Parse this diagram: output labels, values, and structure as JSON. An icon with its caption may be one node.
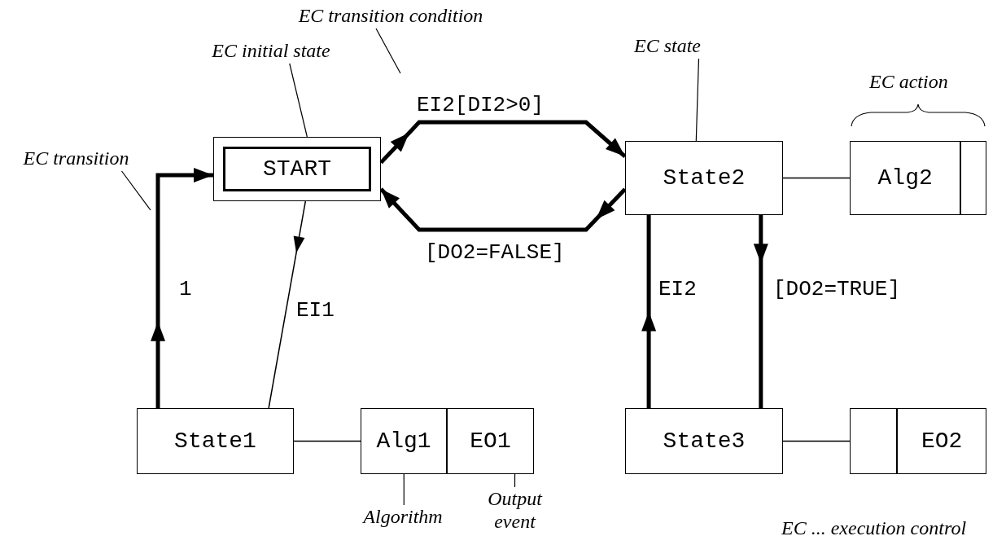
{
  "diagram": {
    "nodes": [
      {
        "text": [
          "EC transition condition"
        ]
      },
      {
        "text": [
          "EC initial state"
        ]
      },
      {
        "text": [
          "EC state"
        ]
      },
      {
        "text": [
          "EC transition"
        ]
      },
      {
        "text": [
          "START"
        ]
      },
      {
        "text": [
          "State2"
        ]
      },
      {
        "text": [
          "Alg2"
        ]
      },
      {
        "text": [
          "State1"
        ]
      },
      {
        "text": [
          "Alg1",
          "EO1"
        ]
      },
      {
        "text": [
          "State3"
        ]
      },
      {
        "text": [
          "EO2"
        ]
      },
      {
        "text": [
          "Algorithm"
        ]
      },
      {
        "text": [
          "Output event"
        ]
      }
    ],
    "edges": [
      {
        "from": 7,
        "to": 4,
        "arrow": "to",
        "label": "1",
        "style": "thick"
      },
      {
        "from": 4,
        "to": 7,
        "arrow": "to",
        "label": "EI1"
      },
      {
        "from": 4,
        "to": 5,
        "arrow": "to",
        "label": "EI2[DI2>0]",
        "style": "thick"
      },
      {
        "from": 5,
        "to": 4,
        "arrow": "to",
        "label": "[DO2=FALSE]",
        "style": "thick"
      },
      {
        "from": 9,
        "to": 5,
        "arrow": "to",
        "label": "EI2",
        "style": "thick"
      },
      {
        "from": 5,
        "to": 9,
        "arrow": "to",
        "label": "[DO2=TRUE]",
        "style": "thick"
      },
      {
        "from": 7,
        "to": 8,
        "arrow": "none"
      },
      {
        "from": 5,
        "to": 6,
        "arrow": "none"
      },
      {
        "from": 9,
        "to": 10,
        "arrow": "none"
      },
      {
        "from": 3,
        "to": null,
        "arrow": "none"
      },
      {
        "from": 1,
        "to": 4,
        "arrow": "none"
      },
      {
        "from": 0,
        "to": null,
        "arrow": "none"
      },
      {
        "from": 2,
        "to": 5,
        "arrow": "none"
      },
      {
        "from": 11,
        "to": 8,
        "arrow": "none"
      },
      {
        "from": 12,
        "to": 8,
        "arrow": "none"
      }
    ],
    "labels": [
      "EC action",
      "EC ... execution control"
    ]
  }
}
